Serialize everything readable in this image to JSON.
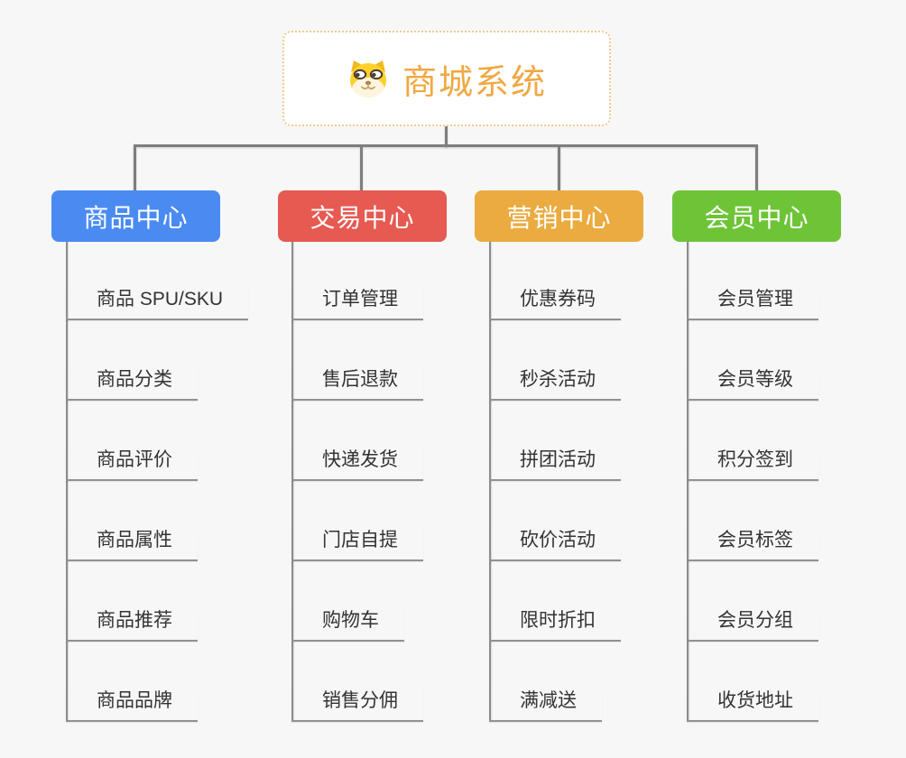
{
  "root": {
    "title": "商城系统",
    "icon": "shiba-dog-icon"
  },
  "branches": [
    {
      "label": "商品中心",
      "color": "#4a8bf2",
      "items": [
        "商品 SPU/SKU",
        "商品分类",
        "商品评价",
        "商品属性",
        "商品推荐",
        "商品品牌"
      ]
    },
    {
      "label": "交易中心",
      "color": "#e65a51",
      "items": [
        "订单管理",
        "售后退款",
        "快递发货",
        "门店自提",
        "购物车",
        "销售分佣"
      ]
    },
    {
      "label": "营销中心",
      "color": "#eaab40",
      "items": [
        "优惠券码",
        "秒杀活动",
        "拼团活动",
        "砍价活动",
        "限时折扣",
        "满减送"
      ]
    },
    {
      "label": "会员中心",
      "color": "#6ec437",
      "items": [
        "会员管理",
        "会员等级",
        "积分签到",
        "会员标签",
        "会员分组",
        "收货地址"
      ]
    }
  ],
  "colors": {
    "background": "#f7f7f7",
    "connector": "#7e7e7e",
    "underline": "#919191",
    "root_border": "#f4c98e",
    "root_title": "#f0a843",
    "item_text": "#333333"
  }
}
